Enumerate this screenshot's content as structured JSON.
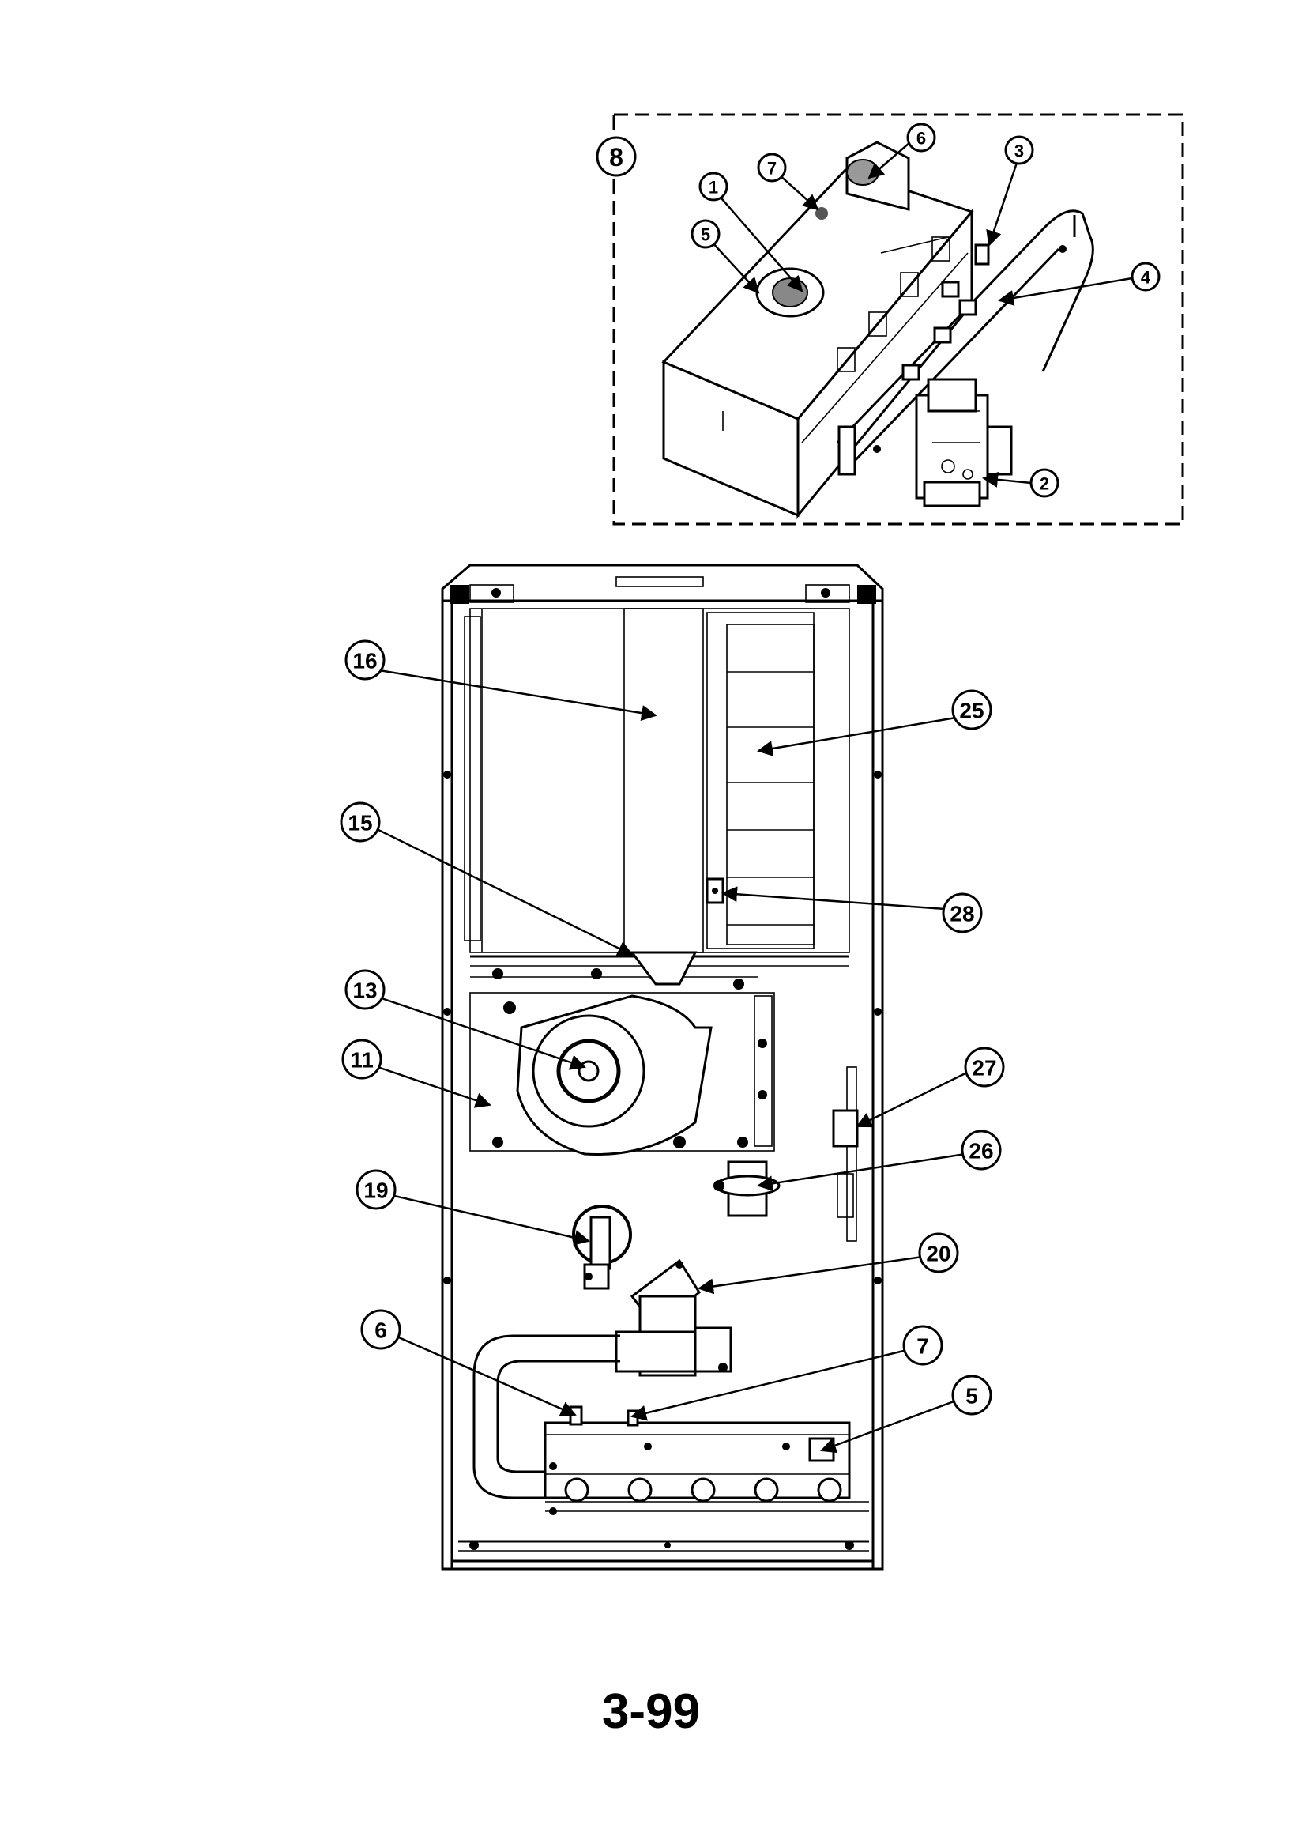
{
  "inset": {
    "assembly_callout": "8",
    "callouts": [
      "6",
      "7",
      "1",
      "5",
      "3",
      "4",
      "2"
    ]
  },
  "main": {
    "callouts": [
      "16",
      "25",
      "15",
      "28",
      "13",
      "27",
      "11",
      "26",
      "19",
      "20",
      "6",
      "7",
      "5"
    ]
  },
  "page_number": "3-99"
}
